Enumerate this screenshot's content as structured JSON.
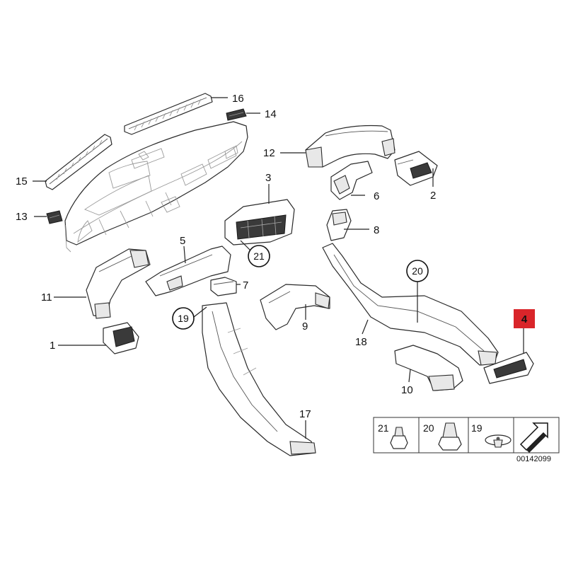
{
  "callouts": {
    "p1": "1",
    "p2": "2",
    "p3": "3",
    "p4": "4",
    "p5": "5",
    "p6": "6",
    "p7": "7",
    "p8": "8",
    "p9": "9",
    "p10": "10",
    "p11": "11",
    "p12": "12",
    "p13": "13",
    "p14": "14",
    "p15": "15",
    "p16": "16",
    "p17": "17",
    "p18": "18",
    "p19": "19",
    "p20": "20",
    "p21": "21"
  },
  "highlight": {
    "part": "4",
    "color": "#d9252a"
  },
  "legend": {
    "items": [
      "21",
      "20",
      "19"
    ]
  },
  "diagram_code": "00142099"
}
